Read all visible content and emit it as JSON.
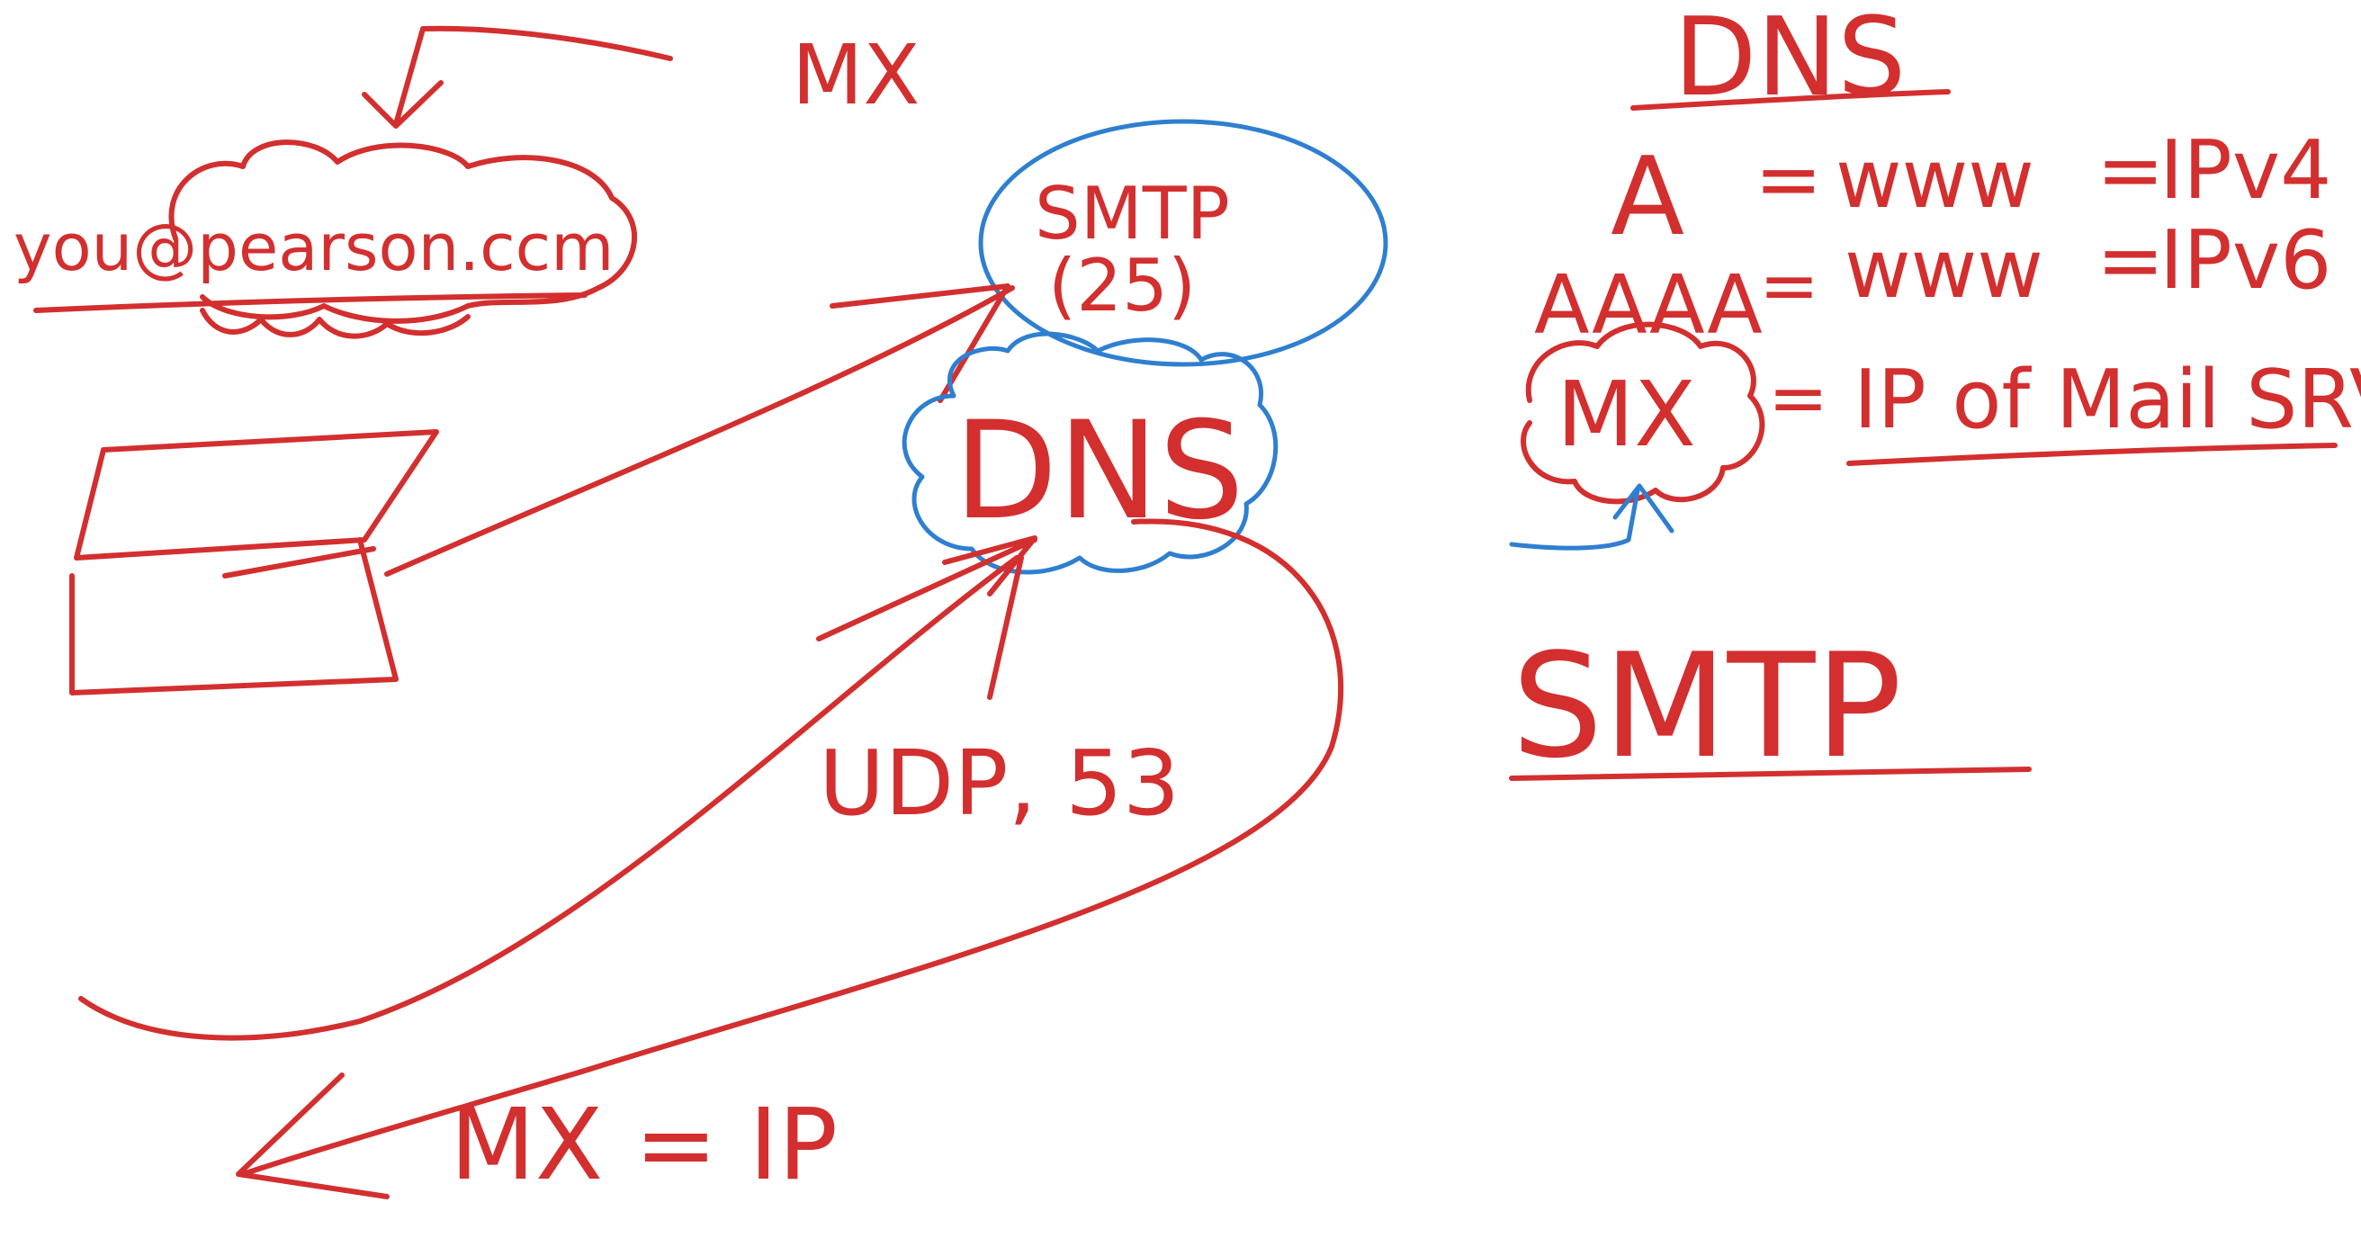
{
  "whiteboard": {
    "labels": {
      "mx_top": "MX",
      "email_address": "you@pearson.ccm",
      "smtp_bubble": "SMTP",
      "smtp_port": "(25)",
      "dns_cloud": "DNS",
      "udp_port": "UDP, 53",
      "mx_equals_ip": "MX = IP"
    },
    "records_panel": {
      "title": "DNS",
      "rows": [
        {
          "type": "A",
          "equals1": "=",
          "name": "www",
          "equals2": "=",
          "value": "IPv4"
        },
        {
          "type": "AAAA",
          "equals1": "=",
          "name": "www",
          "equals2": "=",
          "value": "IPv6"
        },
        {
          "type": "MX",
          "equals1": "=",
          "value": "IP of Mail SRV"
        }
      ]
    },
    "smtp_heading": "SMTP",
    "colors": {
      "red_ink": "#d32f2f",
      "blue_ink": "#2f7fd0",
      "background": "#ffffff"
    }
  }
}
